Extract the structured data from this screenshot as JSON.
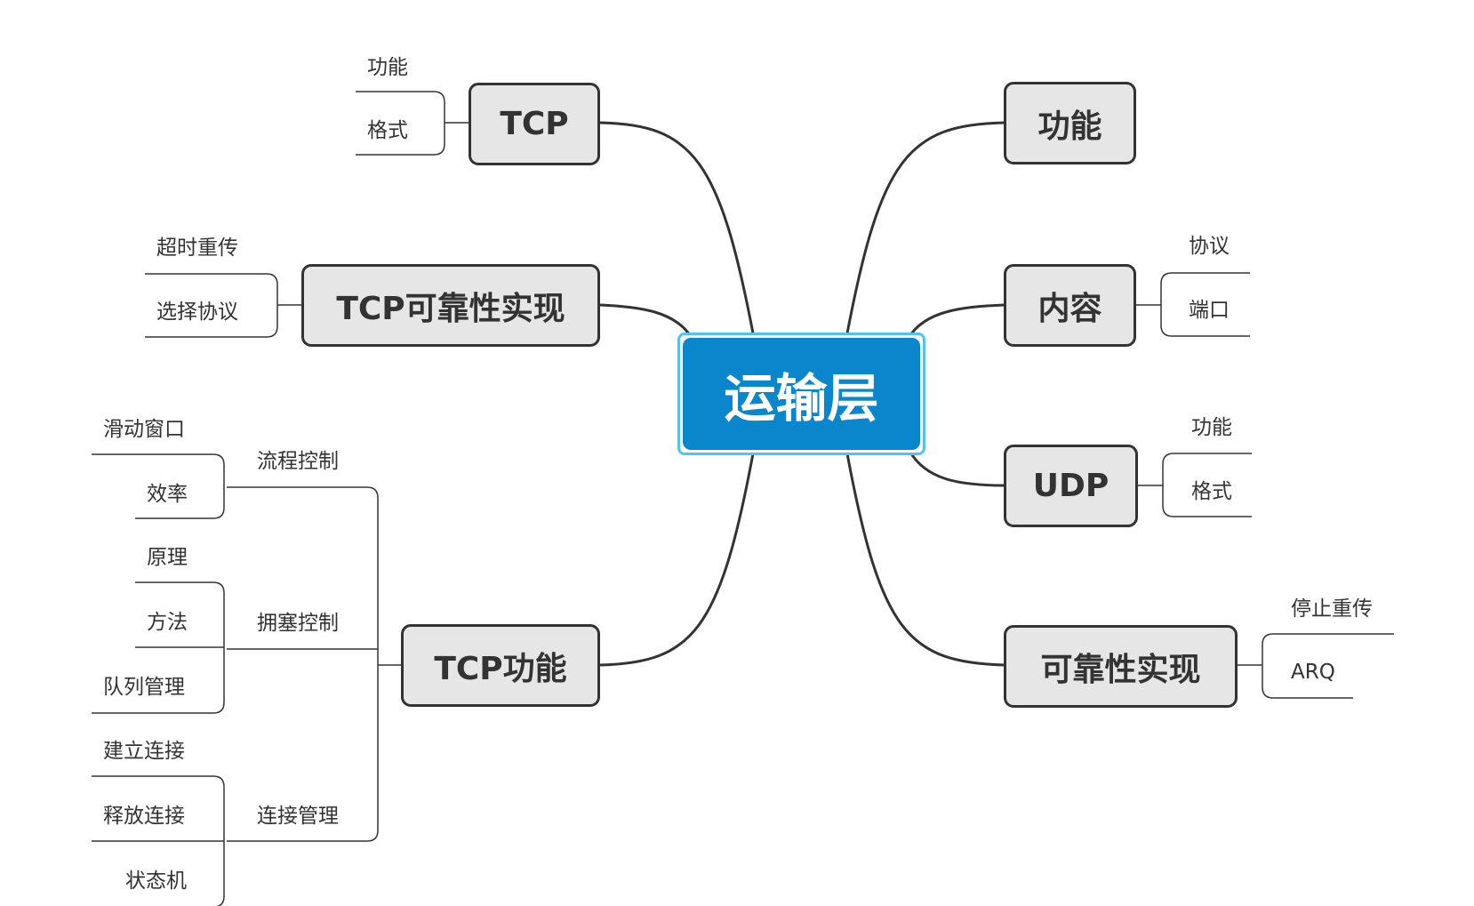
{
  "root": "运输层",
  "left": {
    "tcp": {
      "label": "TCP",
      "children": [
        "功能",
        "格式"
      ]
    },
    "reliability": {
      "label": "TCP可靠性实现",
      "children": [
        "超时重传",
        "选择协议"
      ]
    },
    "tcp_functions": {
      "label": "TCP功能",
      "groups": [
        {
          "label": "流程控制",
          "children": [
            "滑动窗口",
            "效率"
          ]
        },
        {
          "label": "拥塞控制",
          "children": [
            "原理",
            "方法",
            "队列管理"
          ]
        },
        {
          "label": "连接管理",
          "children": [
            "建立连接",
            "释放连接",
            "状态机"
          ]
        }
      ]
    }
  },
  "right": {
    "function": {
      "label": "功能"
    },
    "content": {
      "label": "内容",
      "children": [
        "协议",
        "端口"
      ]
    },
    "udp": {
      "label": "UDP",
      "children": [
        "功能",
        "格式"
      ]
    },
    "reliability": {
      "label": "可靠性实现",
      "children": [
        "停止重传",
        "ARQ"
      ]
    }
  },
  "colors": {
    "root_fill": "#0a86cd",
    "root_halo": "#4fc3f7",
    "node_fill": "#e6e6e6",
    "line": "#333333"
  }
}
